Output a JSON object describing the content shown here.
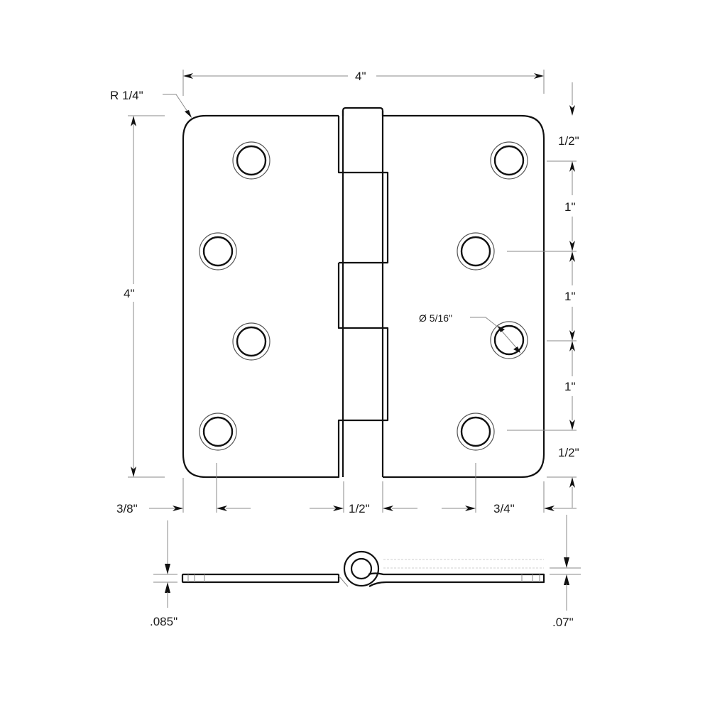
{
  "drawing": {
    "title": "Square corner butt hinge dimension drawing",
    "dimensions": {
      "overall_width": "4\"",
      "overall_height": "4\"",
      "corner_radius": "R 1/4\"",
      "top_edge_to_hole": "1/2\"",
      "hole_spacing_1": "1\"",
      "hole_spacing_2": "1\"",
      "hole_spacing_3": "1\"",
      "bottom_edge_to_hole": "1/2\"",
      "hole_diameter": "Ø 5/16\"",
      "left_edge_to_hole": "3/8\"",
      "knuckle_width": "1/2\"",
      "right_edge_to_hole": "3/4\"",
      "leaf_thickness": ".085\"",
      "gap_thickness": ".07\""
    },
    "views": [
      "front-view",
      "side-profile-view"
    ],
    "colors": {
      "line": "#111111",
      "dimension_line": "#8a8a8a",
      "background": "#ffffff"
    }
  }
}
